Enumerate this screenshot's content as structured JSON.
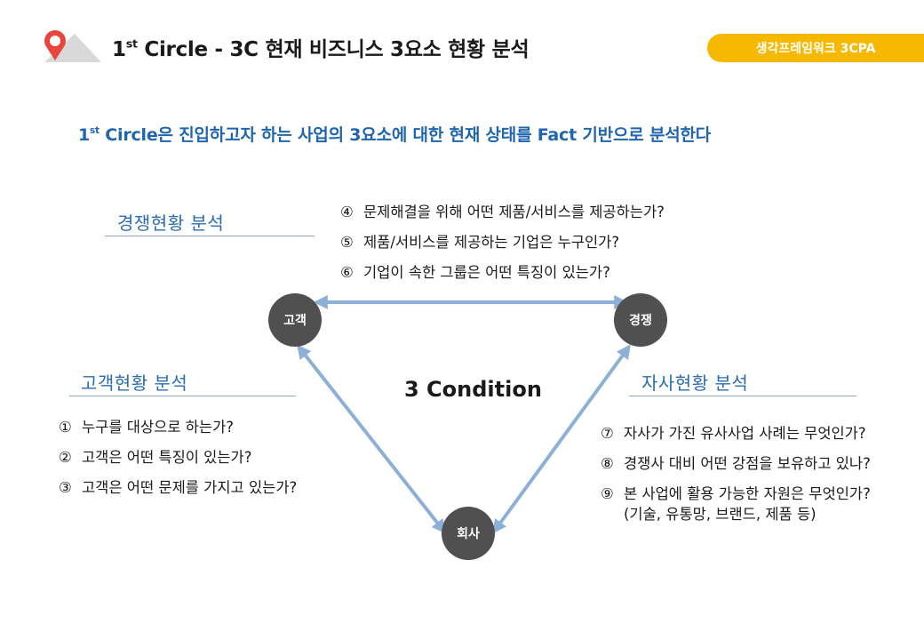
{
  "header": {
    "title_prefix": "1",
    "title_sup": "st",
    "title_rest": " Circle - 3C 현재 비즈니스 3요소 현황 분석",
    "badge": "생각프레임워크 3CPA"
  },
  "subtitle": {
    "prefix": "1",
    "sup": "st",
    "rest": " Circle은 진입하고자 하는 사업의 3요소에 대한 현재 상태를 Fact 기반으로 분석한다"
  },
  "diagram": {
    "center_label": "3 Condition",
    "nodes": {
      "customer": "고객",
      "competitor": "경쟁",
      "company": "회사"
    }
  },
  "sections": {
    "competitor": {
      "heading": "경쟁현황 분석",
      "items": [
        {
          "num": "④",
          "text": "문제해결을 위해 어떤 제품/서비스를 제공하는가?"
        },
        {
          "num": "⑤",
          "text": "제품/서비스를 제공하는 기업은 누구인가?"
        },
        {
          "num": "⑥",
          "text": "기업이 속한 그룹은 어떤 특징이 있는가?"
        }
      ]
    },
    "customer": {
      "heading": "고객현황 분석",
      "items": [
        {
          "num": "①",
          "text": "누구를 대상으로 하는가?"
        },
        {
          "num": "②",
          "text": "고객은 어떤 특징이 있는가?"
        },
        {
          "num": "③",
          "text": "고객은 어떤 문제를 가지고 있는가?"
        }
      ]
    },
    "company": {
      "heading": "자사현황 분석",
      "items": [
        {
          "num": "⑦",
          "text": "자사가 가진 유사사업 사례는 무엇인가?"
        },
        {
          "num": "⑧",
          "text": "경쟁사 대비 어떤 강점을 보유하고 있나?"
        },
        {
          "num": "⑨",
          "text": "본 사업에 활용 가능한 자원은 무엇인가?",
          "cont": "(기술, 유통망, 브랜드, 제품 등)"
        }
      ]
    }
  },
  "colors": {
    "accent_blue": "#1f66ae",
    "heading_blue": "#2a6db1",
    "badge_yellow": "#f6b800",
    "node_gray": "#505050",
    "arrow_blue": "#8db0d6",
    "logo_red": "#e8453c"
  }
}
